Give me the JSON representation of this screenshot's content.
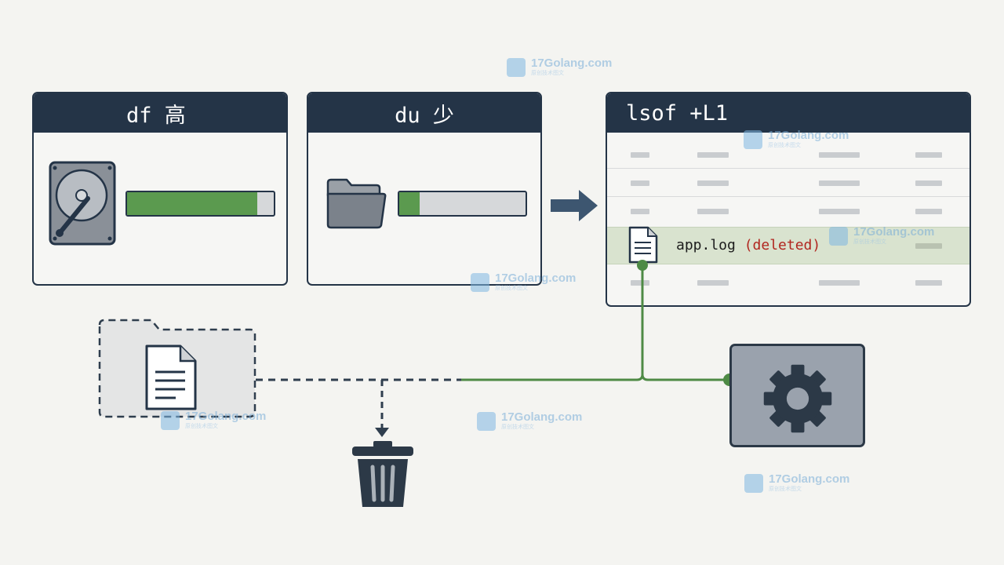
{
  "df_panel": {
    "title": "df 高",
    "usage_fill": 0.89
  },
  "du_panel": {
    "title": "du 少",
    "usage_fill": 0.16
  },
  "lsof_panel": {
    "title": "lsof +L1",
    "deleted_file_name": "app.log",
    "deleted_file_status": "(deleted)"
  },
  "icons": {
    "disk": "hard-drive-icon",
    "folder": "folder-icon",
    "arrow": "arrow-right-icon",
    "file": "document-icon",
    "trash": "trash-icon",
    "process": "gear-icon"
  },
  "colors": {
    "header": "#243447",
    "usage_fill": "#5b9a4f",
    "link_line": "#4e8a45",
    "highlight_row": "#d9e3cf",
    "deleted_text": "#b1261f"
  },
  "watermark": {
    "text": "17Golang.com",
    "subtext": "原创技术图文"
  }
}
